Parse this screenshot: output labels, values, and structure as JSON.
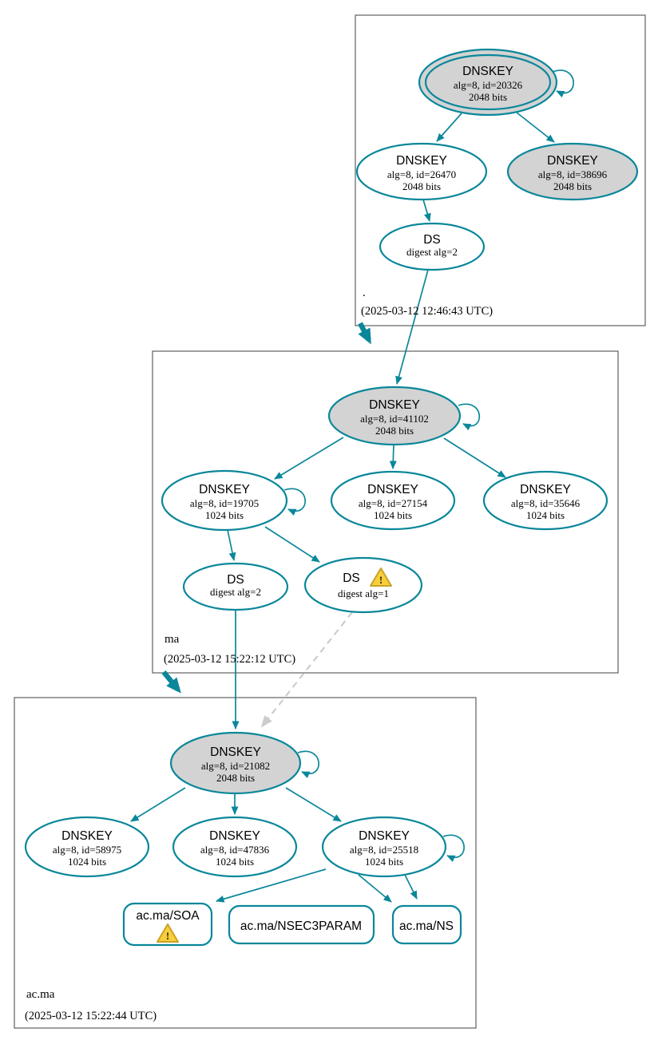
{
  "title": "DNSSEC authentication chain graph",
  "colors": {
    "edge_secure": "#0a879a",
    "node_border": "#0a879a",
    "ksk_fill": "#d3d3d3",
    "node_fill": "#ffffff",
    "zone_box_border": "#606060",
    "insecure_edge": "#cccccc",
    "warning_fill": "#f8ce3a"
  },
  "icons": {
    "warning_glyph": "!",
    "warning_name": "warning-icon"
  },
  "zones": [
    {
      "label": ".",
      "timestamp": "(2025-03-12 12:46:43 UTC)",
      "nodes": [
        {
          "title": "DNSKEY",
          "detail": "alg=8, id=20326",
          "bits": "2048 bits"
        },
        {
          "title": "DNSKEY",
          "detail": "alg=8, id=26470",
          "bits": "2048 bits"
        },
        {
          "title": "DNSKEY",
          "detail": "alg=8, id=38696",
          "bits": "2048 bits"
        },
        {
          "title": "DS",
          "detail": "digest alg=2"
        }
      ]
    },
    {
      "label": "ma",
      "timestamp": "(2025-03-12 15:22:12 UTC)",
      "nodes": [
        {
          "title": "DNSKEY",
          "detail": "alg=8, id=41102",
          "bits": "2048 bits"
        },
        {
          "title": "DNSKEY",
          "detail": "alg=8, id=19705",
          "bits": "1024 bits"
        },
        {
          "title": "DNSKEY",
          "detail": "alg=8, id=27154",
          "bits": "1024 bits"
        },
        {
          "title": "DNSKEY",
          "detail": "alg=8, id=35646",
          "bits": "1024 bits"
        },
        {
          "title": "DS",
          "detail": "digest alg=2"
        },
        {
          "title": "DS",
          "detail": "digest alg=1"
        }
      ]
    },
    {
      "label": "ac.ma",
      "timestamp": "(2025-03-12 15:22:44 UTC)",
      "nodes": [
        {
          "title": "DNSKEY",
          "detail": "alg=8, id=21082",
          "bits": "2048 bits"
        },
        {
          "title": "DNSKEY",
          "detail": "alg=8, id=58975",
          "bits": "1024 bits"
        },
        {
          "title": "DNSKEY",
          "detail": "alg=8, id=47836",
          "bits": "1024 bits"
        },
        {
          "title": "DNSKEY",
          "detail": "alg=8, id=25518",
          "bits": "1024 bits"
        },
        {
          "title": "ac.ma/SOA"
        },
        {
          "title": "ac.ma/NSEC3PARAM"
        },
        {
          "title": "ac.ma/NS"
        }
      ]
    }
  ]
}
